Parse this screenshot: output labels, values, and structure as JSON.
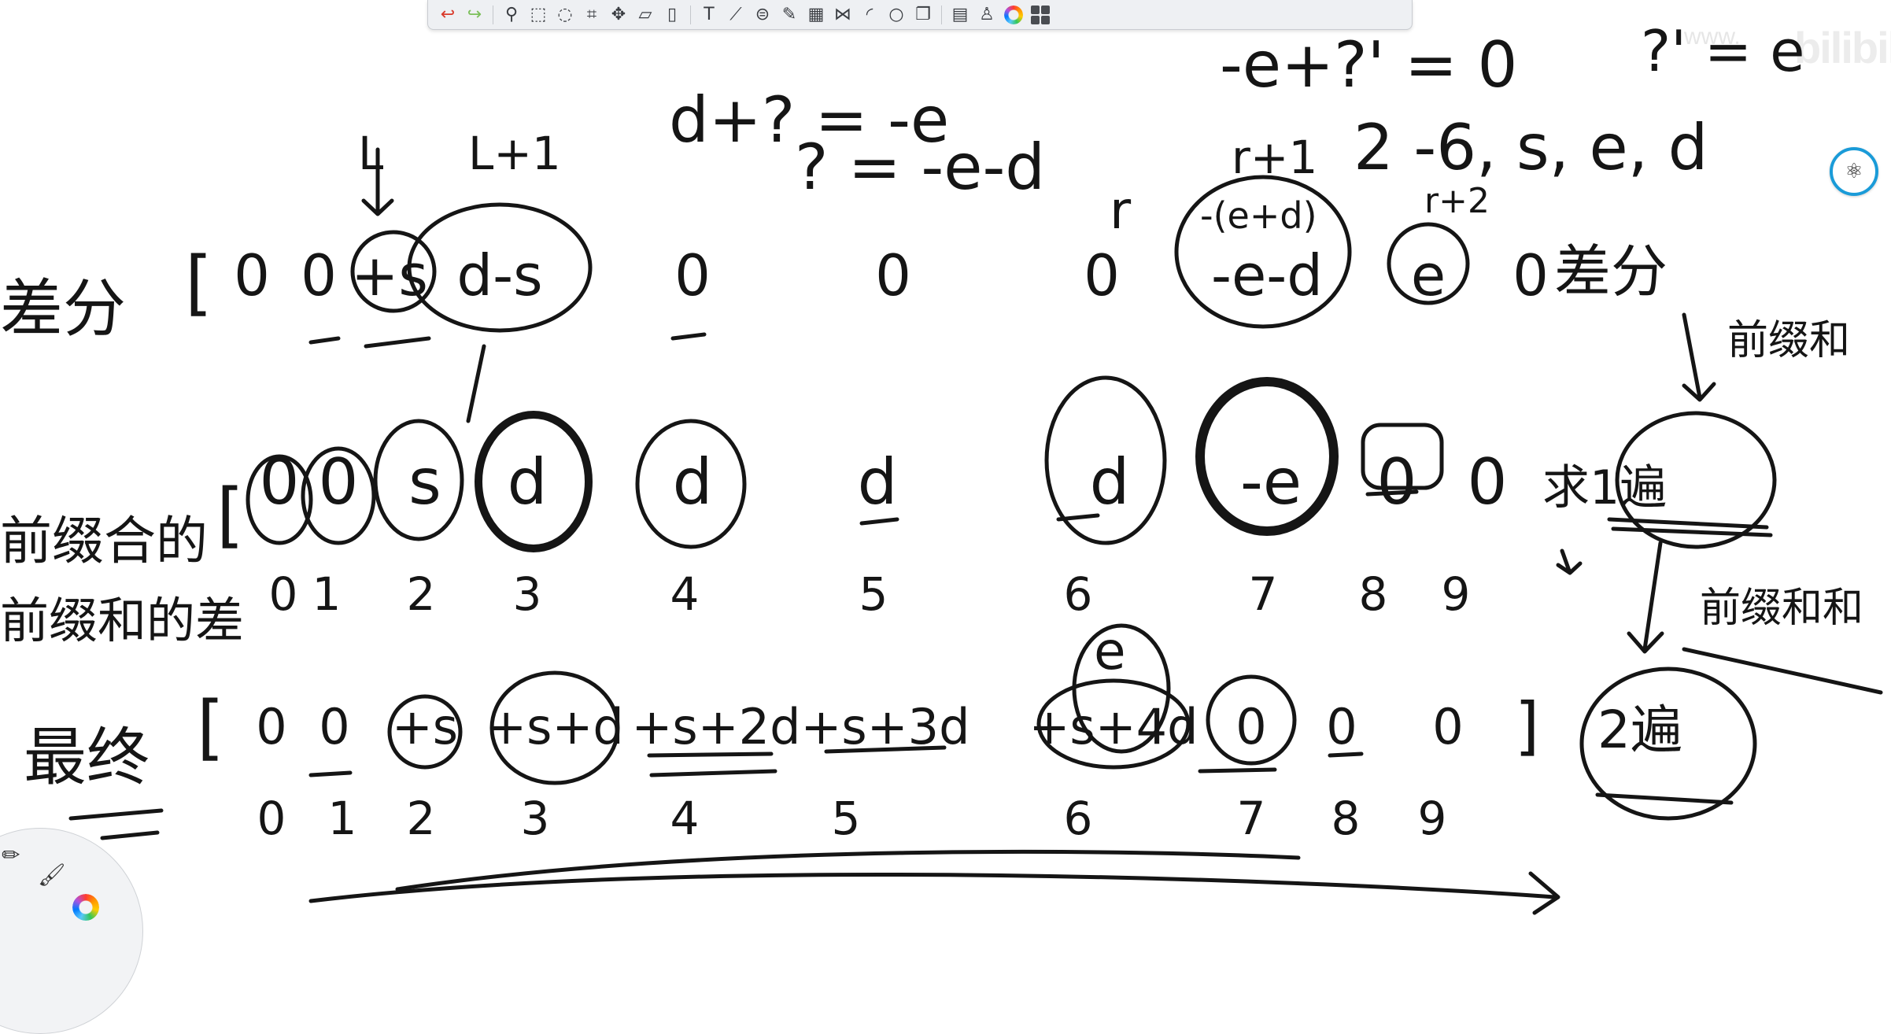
{
  "toolbar": {
    "tools": [
      {
        "name": "undo-icon",
        "glyph": "↩"
      },
      {
        "name": "redo-icon",
        "glyph": "↪"
      },
      {
        "name": "zoom-icon",
        "glyph": "⚲"
      },
      {
        "name": "select-rect-icon",
        "glyph": "⬚"
      },
      {
        "name": "select-lasso-icon",
        "glyph": "◌"
      },
      {
        "name": "crop-icon",
        "glyph": "⌗"
      },
      {
        "name": "move-icon",
        "glyph": "✥"
      },
      {
        "name": "shape-icon",
        "glyph": "▱"
      },
      {
        "name": "eraser-icon",
        "glyph": "▯"
      },
      {
        "name": "text-icon",
        "glyph": "T"
      },
      {
        "name": "ruler-icon",
        "glyph": "⟋"
      },
      {
        "name": "stamp-icon",
        "glyph": "⊜"
      },
      {
        "name": "pen-icon",
        "glyph": "✎"
      },
      {
        "name": "grid-icon",
        "glyph": "▦"
      },
      {
        "name": "symmetry-icon",
        "glyph": "⋈"
      },
      {
        "name": "curve-icon",
        "glyph": "◜"
      },
      {
        "name": "circle-icon",
        "glyph": "○"
      },
      {
        "name": "layers-icon",
        "glyph": "❐"
      },
      {
        "name": "document-icon",
        "glyph": "▤"
      },
      {
        "name": "brush-icon",
        "glyph": "♙"
      }
    ]
  },
  "watermark": {
    "site": "bilibili"
  },
  "board": {
    "header_l": "L",
    "header_l1": "L+1",
    "header_r": "r",
    "header_r1": "r+1",
    "header_r2": "r+2",
    "eq1": "d+? = -e",
    "eq2": "? = -e-d",
    "eq3": "-e+?' = 0",
    "eq4": "?' = e",
    "seq": "2 -6, s, e, d",
    "row1_label": "差分",
    "row1_right": "差分",
    "row1_open": "[",
    "row1": [
      "0",
      "0",
      "+s",
      "d-s",
      "0",
      "0",
      "0",
      "-e-d",
      "e",
      "0"
    ],
    "row1_above": "-(e+d)",
    "row2_label": "前缀合的",
    "row2_label2": "前缀和的差",
    "row2_open": "[",
    "row2": [
      "0",
      "0",
      "s",
      "d",
      "d",
      "d",
      "d",
      "-e",
      "0",
      "0"
    ],
    "row2_suffix": "求1遍",
    "row2_idx": [
      "0",
      "1",
      "2",
      "3",
      "4",
      "5",
      "6",
      "7",
      "8",
      "9"
    ],
    "right_note1": "前缀和",
    "right_note2": "前缀和和",
    "row3_label": "最终",
    "row3_open": "[",
    "row3_close": "]",
    "row3": [
      "0",
      "0",
      "+s",
      "+s+d",
      "+s+2d",
      "+s+3d",
      "+s+4d",
      "0",
      "0",
      "0"
    ],
    "row3_above": "e",
    "row3_suffix": "2遍",
    "row3_idx": [
      "0",
      "1",
      "2",
      "3",
      "4",
      "5",
      "6",
      "7",
      "8",
      "9"
    ]
  }
}
